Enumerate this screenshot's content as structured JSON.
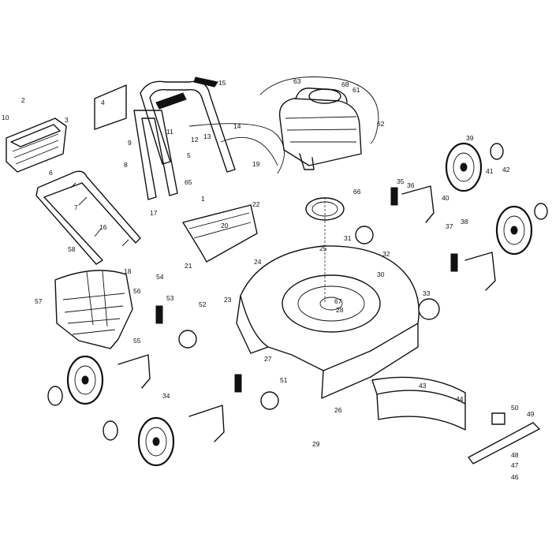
{
  "callouts": [
    {
      "label": "1",
      "part": "handle-bolt"
    },
    {
      "label": "2",
      "part": "screw"
    },
    {
      "label": "3",
      "part": "grass-catcher-frame-cover"
    },
    {
      "label": "4",
      "part": "warning-decal"
    },
    {
      "label": "5",
      "part": "cable-clip"
    },
    {
      "label": "6",
      "part": "bolt"
    },
    {
      "label": "7",
      "part": "handle-knob"
    },
    {
      "label": "8",
      "part": "bolt"
    },
    {
      "label": "9",
      "part": "handle-bracket"
    },
    {
      "label": "10",
      "part": "screw"
    },
    {
      "label": "11",
      "part": "nut"
    },
    {
      "label": "12",
      "part": "bolt"
    },
    {
      "label": "13",
      "part": "control-bracket"
    },
    {
      "label": "14",
      "part": "upper-handle"
    },
    {
      "label": "15",
      "part": "handle-grip"
    },
    {
      "label": "16",
      "part": "catcher-handle-bolt"
    },
    {
      "label": "17",
      "part": "handle-knob"
    },
    {
      "label": "18",
      "part": "catcher-frame-hinge"
    },
    {
      "label": "19",
      "part": "control-lever"
    },
    {
      "label": "20",
      "part": "rear-deflector"
    },
    {
      "label": "21",
      "part": "hinge-plate"
    },
    {
      "label": "22",
      "part": "spring"
    },
    {
      "label": "23",
      "part": "bracket"
    },
    {
      "label": "24",
      "part": "handle-mount-bracket"
    },
    {
      "label": "25",
      "part": "bolt"
    },
    {
      "label": "26",
      "part": "bracket"
    },
    {
      "label": "27",
      "part": "nut"
    },
    {
      "label": "28",
      "part": "washer"
    },
    {
      "label": "29",
      "part": "bolt"
    },
    {
      "label": "30",
      "part": "mower-deck"
    },
    {
      "label": "31",
      "part": "height-adjuster-gear"
    },
    {
      "label": "32",
      "part": "washer"
    },
    {
      "label": "33",
      "part": "height-adjuster-gear"
    },
    {
      "label": "34",
      "part": "wheel-bracket"
    },
    {
      "label": "35",
      "part": "height-lever"
    },
    {
      "label": "36",
      "part": "axle-arm"
    },
    {
      "label": "37",
      "part": "axle-bolt"
    },
    {
      "label": "38",
      "part": "axle-nut"
    },
    {
      "label": "39",
      "part": "wheel"
    },
    {
      "label": "40",
      "part": "washer"
    },
    {
      "label": "41",
      "part": "hub-cap-screw"
    },
    {
      "label": "42",
      "part": "hub-cap"
    },
    {
      "label": "43",
      "part": "side-discharge-chute"
    },
    {
      "label": "44",
      "part": "screw"
    },
    {
      "label": "46",
      "part": "blade-bolt"
    },
    {
      "label": "47",
      "part": "lock-washer"
    },
    {
      "label": "48",
      "part": "washer"
    },
    {
      "label": "49",
      "part": "blade"
    },
    {
      "label": "50",
      "part": "blade-adapter"
    },
    {
      "label": "51",
      "part": "bolt"
    },
    {
      "label": "52",
      "part": "nut"
    },
    {
      "label": "53",
      "part": "spring"
    },
    {
      "label": "54",
      "part": "bolt"
    },
    {
      "label": "55",
      "part": "bracket"
    },
    {
      "label": "56",
      "part": "pin"
    },
    {
      "label": "57",
      "part": "grass-catcher-bag"
    },
    {
      "label": "58",
      "part": "catcher-frame"
    },
    {
      "label": "61",
      "part": "screw"
    },
    {
      "label": "62",
      "part": "bracket"
    },
    {
      "label": "63",
      "part": "engine"
    },
    {
      "label": "65",
      "part": "cable-tie"
    },
    {
      "label": "66",
      "part": "engine-gasket"
    },
    {
      "label": "67",
      "part": "washer"
    },
    {
      "label": "68",
      "part": "clip"
    }
  ],
  "parts": {
    "engine": "engine",
    "deck": "mower-deck",
    "upper_handle": "upper-handle",
    "lower_handle": "lower-handle",
    "catcher_bag": "grass-catcher-bag",
    "catcher_frame": "catcher-frame",
    "catcher_cover": "grass-catcher-frame-cover",
    "blade": "blade",
    "discharge_chute": "side-discharge-chute",
    "wheels": [
      "front-left",
      "front-right",
      "rear-left",
      "rear-right"
    ]
  }
}
